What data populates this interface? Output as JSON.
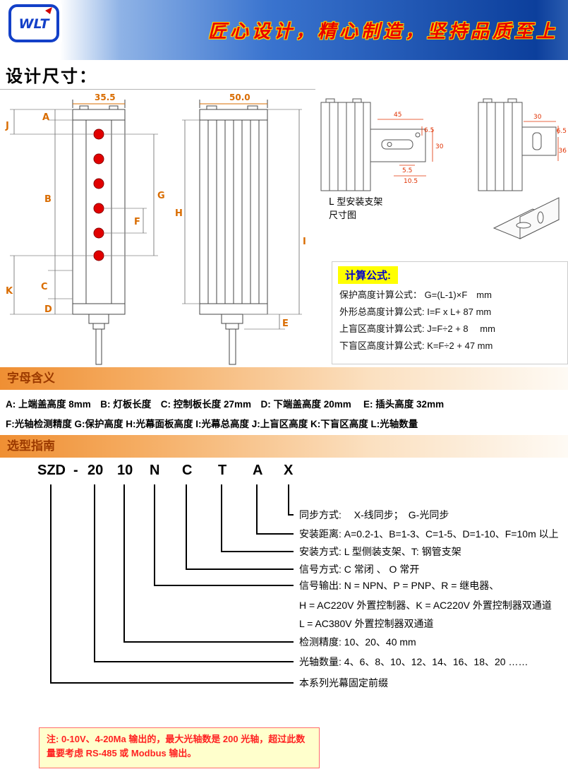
{
  "header": {
    "slogan": "匠心设计，精心制造，坚持品质至上",
    "logo_text": "WLT"
  },
  "title": "设计尺寸：",
  "drawing": {
    "front_width": "35.5",
    "side_width": "50.0",
    "letters": {
      "A": "A",
      "B": "B",
      "C": "C",
      "D": "D",
      "E": "E",
      "F": "F",
      "G": "G",
      "H": "H",
      "I": "I",
      "J": "J",
      "K": "K"
    },
    "bracket": {
      "caption_line1": "L 型安装支架",
      "caption_line2": "尺寸图",
      "dims_left": [
        "45",
        "6.5",
        "30",
        "5.5",
        "10.5"
      ],
      "dims_right": [
        "30",
        "6.5",
        "36"
      ]
    }
  },
  "formulas": {
    "title": "计算公式:",
    "items": [
      "保护高度计算公式：  G=(L-1)×F　mm",
      "外形总高度计算公式: I=F x L+ 87 mm",
      "上盲区高度计算公式: J=F÷2 + 8　 mm",
      "下盲区高度计算公式: K=F÷2 + 47 mm"
    ]
  },
  "letters_section": {
    "banner": "字母含义",
    "line1": "A: 上端盖高度 8mm　B: 灯板长度　C: 控制板长度 27mm　D: 下端盖高度 20mm　 E: 插头高度 32mm",
    "line2": "F:光轴检测精度 G:保护高度 H:光幕面板高度 I:光幕总高度 J:上盲区高度 K:下盲区高度 L:光轴数量"
  },
  "selection": {
    "banner": "选型指南",
    "code": [
      "SZD",
      "-",
      "20",
      "10",
      "N",
      "C",
      "T",
      "A",
      "X"
    ],
    "descriptions": [
      "同步方式:　 X-线同步；　G-光同步",
      "安装距离: A=0.2-1、B=1-3、C=1-5、D=1-10、F=10m 以上",
      "安装方式: L 型侧装支架、T: 钢管支架",
      "信号方式: C 常闭 、 O 常开",
      "信号输出: N = NPN、P = PNP、R = 继电器、",
      "H = AC220V 外置控制器、K = AC220V 外置控制器双通道",
      "L = AC380V 外置控制器双通道",
      "检测精度: 10、20、40 mm",
      "光轴数量: 4、6、8、10、12、14、16、18、20 ……",
      "本系列光幕固定前缀"
    ]
  },
  "note": "注: 0-10V、4-20Ma 输出的，最大光轴数是 200 光轴，超过此数量要考虑 RS-485 或 Modbus 输出。"
}
